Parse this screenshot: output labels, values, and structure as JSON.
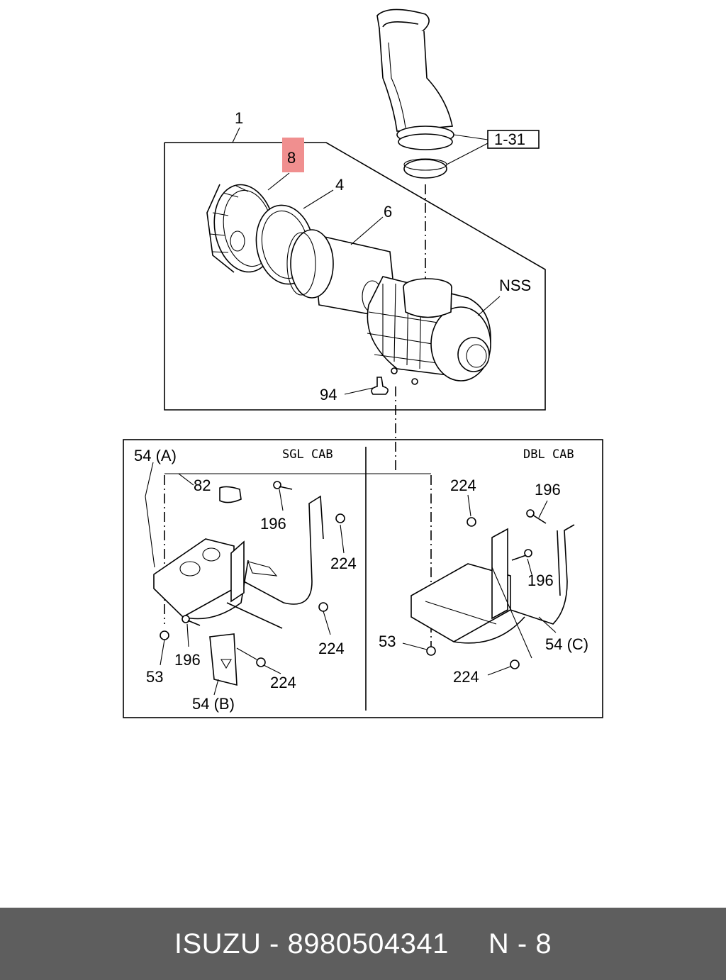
{
  "diagram": {
    "callouts": {
      "assembly": "1",
      "ref_section": "1-31",
      "highlighted": "8",
      "gasket": "4",
      "element": "6",
      "nss": "NSS",
      "valve": "94"
    },
    "sgl_cab": {
      "header": "SGL CAB",
      "bracket_a": "54 (A)",
      "clip": "82",
      "bolt_upper": "196",
      "nut_right": "224",
      "nut_mid": "224",
      "bolt_lower": "196",
      "nut_lower": "224",
      "nut_left": "53",
      "bracket_b": "54 (B)"
    },
    "dbl_cab": {
      "header": "DBL CAB",
      "nut_top": "224",
      "bolt_top": "196",
      "bolt_mid": "196",
      "nut_left": "53",
      "bracket_c": "54 (C)",
      "nut_bottom": "224"
    },
    "highlight_color": "#f08f8f"
  },
  "footer": {
    "brand": "ISUZU",
    "separator": "-",
    "part_number": "8980504341",
    "diagram_ref": "N - 8"
  }
}
